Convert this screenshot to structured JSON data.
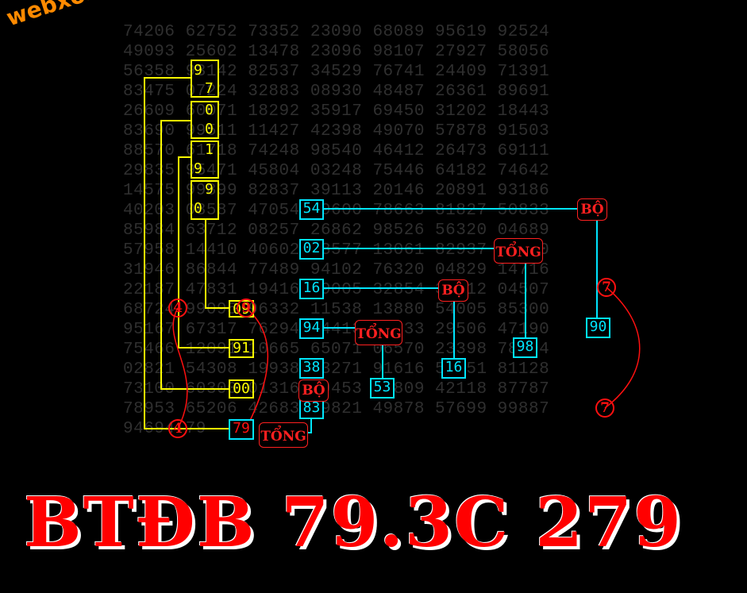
{
  "watermark": "webxoso.net",
  "grid_rows": [
    "74206 62752 73352 23090 68089 95619 92524",
    "49093 25602 13478 23096 98107 27927 58056",
    "56358 93142 82537 34529 76741 24409 71391",
    "83475 07224 32883 08930 48487 26361 89691",
    "26609 60071 18292 35917 69450 31202 18443",
    "83690 99511 11427 42398 49070 57878 91503",
    "88570 61718 74248 98540 46412 26473 69111",
    "29835 95471 45804 03248 75446 64182 74642",
    "14575 99899 82837 39113 20146 20891 93186",
    "40203 08587 47054 79600 78663 81827 50833",
    "85984 63712 08257 26862 98526 56320 04689",
    "57958 14410 40602 53577 13061 82937 39470",
    "31946 86844 77489 94102 76320 04829 14716",
    "22187 47831 19416 39005 32854 35812 04507",
    "68724 99095 96332 11538 13880 54005 85300",
    "95167 67317 76294 44413 21533 29506 47190",
    "75466 12091 10665 65071 06570 23398 78904",
    "02821 54308 19938 43271 91616 58551 81128",
    "73100 60300 01316 79453 90809 42118 87787",
    "78953 65206 42683 39821 49878 57699 99887",
    "94694 79"
  ],
  "yellow_boxes": [
    "9",
    "7",
    "0",
    "0",
    "1",
    "9",
    "9",
    "0",
    "09",
    "91",
    "00"
  ],
  "cyan_boxes": [
    "54",
    "02",
    "16",
    "94",
    "38",
    "83",
    "79",
    "90",
    "98",
    "16",
    "53"
  ],
  "red_tags": [
    "BỘ",
    "TỔNG",
    "BỘ",
    "TỔNG",
    "BỘ",
    "TỔNG"
  ],
  "red_circles": [
    "4",
    "9",
    "4",
    "7",
    "7"
  ],
  "headline": "BTĐB 79.3C 279",
  "colors": {
    "yellow": "#ffff00",
    "cyan": "#00e5ff",
    "red": "#ff1010",
    "orange": "#ff8a00"
  }
}
